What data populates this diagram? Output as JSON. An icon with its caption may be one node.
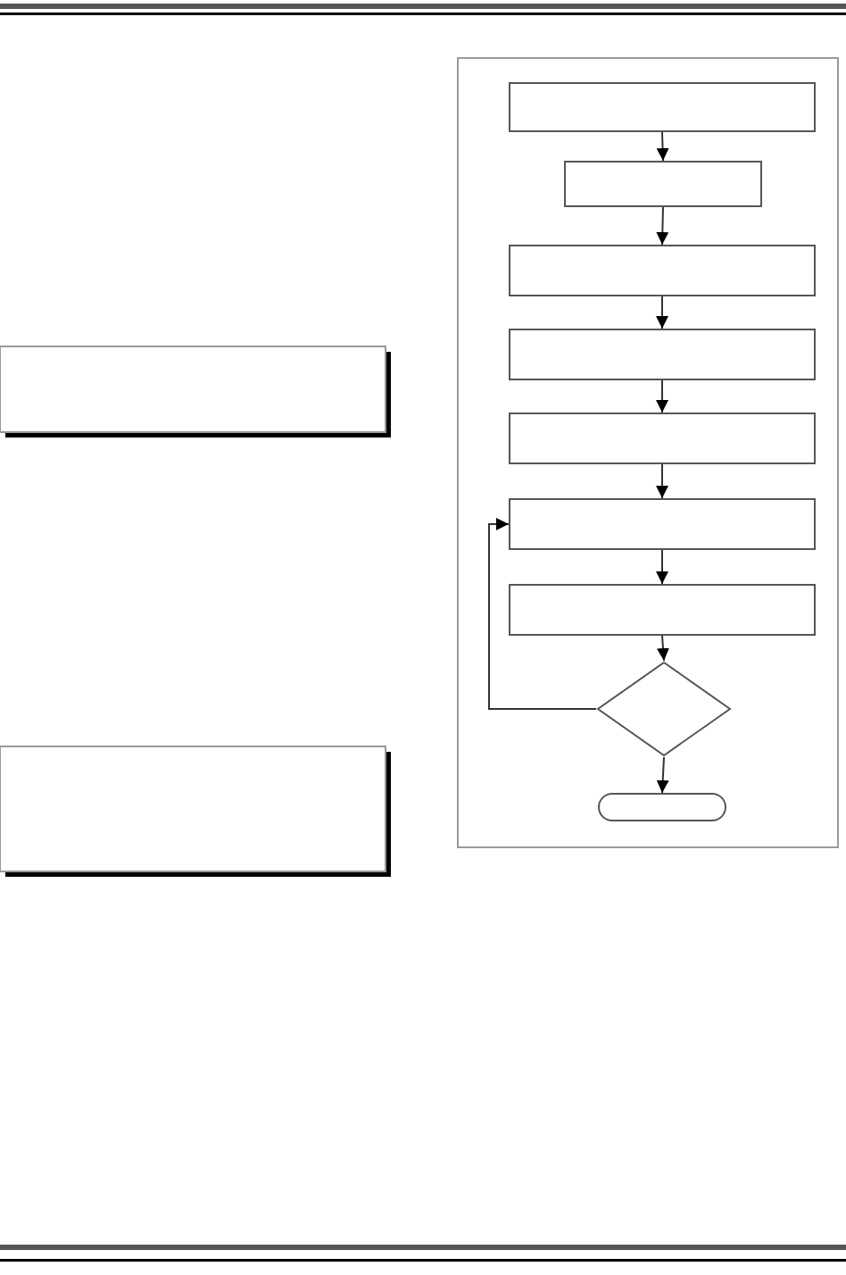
{
  "diagram": {
    "nodes": [
      {
        "text": [],
        "shape": "box"
      },
      {
        "text": [],
        "shape": "box"
      },
      {
        "text": [],
        "shape": "box"
      },
      {
        "text": [],
        "shape": "box"
      },
      {
        "text": [],
        "shape": "box"
      },
      {
        "text": [],
        "shape": "box"
      },
      {
        "text": [],
        "shape": "box"
      },
      {
        "text": [],
        "shape": "diamond"
      },
      {
        "text": [],
        "shape": "oval"
      }
    ],
    "edges": [
      {
        "from": 0,
        "to": 1,
        "arrow": "to"
      },
      {
        "from": 1,
        "to": 2,
        "arrow": "to"
      },
      {
        "from": 2,
        "to": 3,
        "arrow": "to"
      },
      {
        "from": 3,
        "to": 4,
        "arrow": "to"
      },
      {
        "from": 4,
        "to": 5,
        "arrow": "to"
      },
      {
        "from": 5,
        "to": 6,
        "arrow": "to"
      },
      {
        "from": 6,
        "to": 7,
        "arrow": "to"
      },
      {
        "from": 7,
        "to": 8,
        "arrow": "to"
      },
      {
        "from": 7,
        "to": 5,
        "arrow": "to"
      }
    ]
  }
}
